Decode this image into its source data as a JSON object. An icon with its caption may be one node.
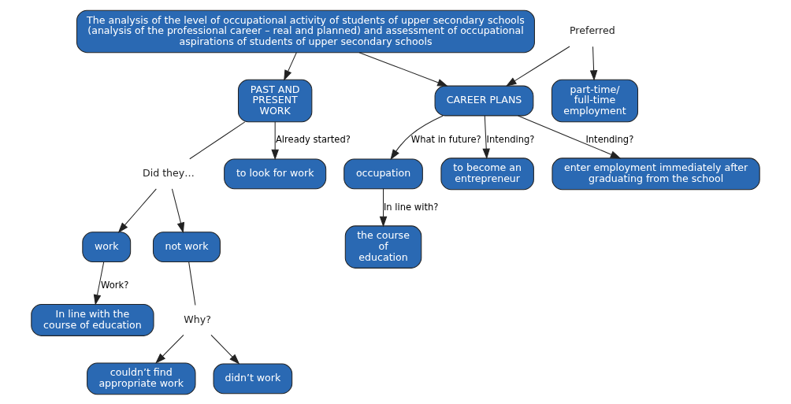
{
  "diagram": {
    "nodes": [
      {
        "text": [
          "The analysis of the level of occupational activity of students of upper secondary schools (analysis of the professional career – real and planned) and assessment of occupational aspirations of students of upper secondary schools"
        ]
      },
      {
        "text": [
          "PAST AND PRESENT WORK"
        ]
      },
      {
        "text": [
          "CAREER PLANS"
        ]
      },
      {
        "text": [
          "Preferred"
        ]
      },
      {
        "text": [
          "part-time/ full-time employment"
        ]
      },
      {
        "text": [
          "Did they…"
        ]
      },
      {
        "text": [
          "work"
        ]
      },
      {
        "text": [
          "not work"
        ]
      },
      {
        "text": [
          "In line with the course of education"
        ]
      },
      {
        "text": [
          "Why?"
        ]
      },
      {
        "text": [
          "couldn’t find appropriate work"
        ]
      },
      {
        "text": [
          "didn’t work"
        ]
      },
      {
        "text": [
          "to look for work"
        ]
      },
      {
        "text": [
          "occupation"
        ]
      },
      {
        "text": [
          "the course of education"
        ]
      },
      {
        "text": [
          "to become an entrepreneur"
        ]
      },
      {
        "text": [
          "enter employment immediately after graduating from the school"
        ]
      }
    ],
    "edges": [
      {
        "from": 0,
        "to": 1,
        "arrow": "to"
      },
      {
        "from": 0,
        "to": 2,
        "arrow": "to"
      },
      {
        "from": 3,
        "to": 2,
        "arrow": "to"
      },
      {
        "from": 3,
        "to": 4,
        "arrow": "to"
      },
      {
        "from": 1,
        "to": 5,
        "arrow": "none"
      },
      {
        "from": 5,
        "to": 6,
        "arrow": "to"
      },
      {
        "from": 5,
        "to": 7,
        "arrow": "to"
      },
      {
        "from": 6,
        "to": 8,
        "arrow": "to",
        "label": "Work?"
      },
      {
        "from": 7,
        "to": 9,
        "arrow": "none"
      },
      {
        "from": 9,
        "to": 10,
        "arrow": "to"
      },
      {
        "from": 9,
        "to": 11,
        "arrow": "to"
      },
      {
        "from": 1,
        "to": 12,
        "arrow": "to",
        "label": "Already started?"
      },
      {
        "from": 2,
        "to": 13,
        "arrow": "to",
        "label": "What in future?"
      },
      {
        "from": 13,
        "to": 14,
        "arrow": "to",
        "label": "In line with?"
      },
      {
        "from": 2,
        "to": 15,
        "arrow": "to",
        "label": "Intending?"
      },
      {
        "from": 2,
        "to": 16,
        "arrow": "to",
        "label": "Intending?"
      }
    ]
  }
}
